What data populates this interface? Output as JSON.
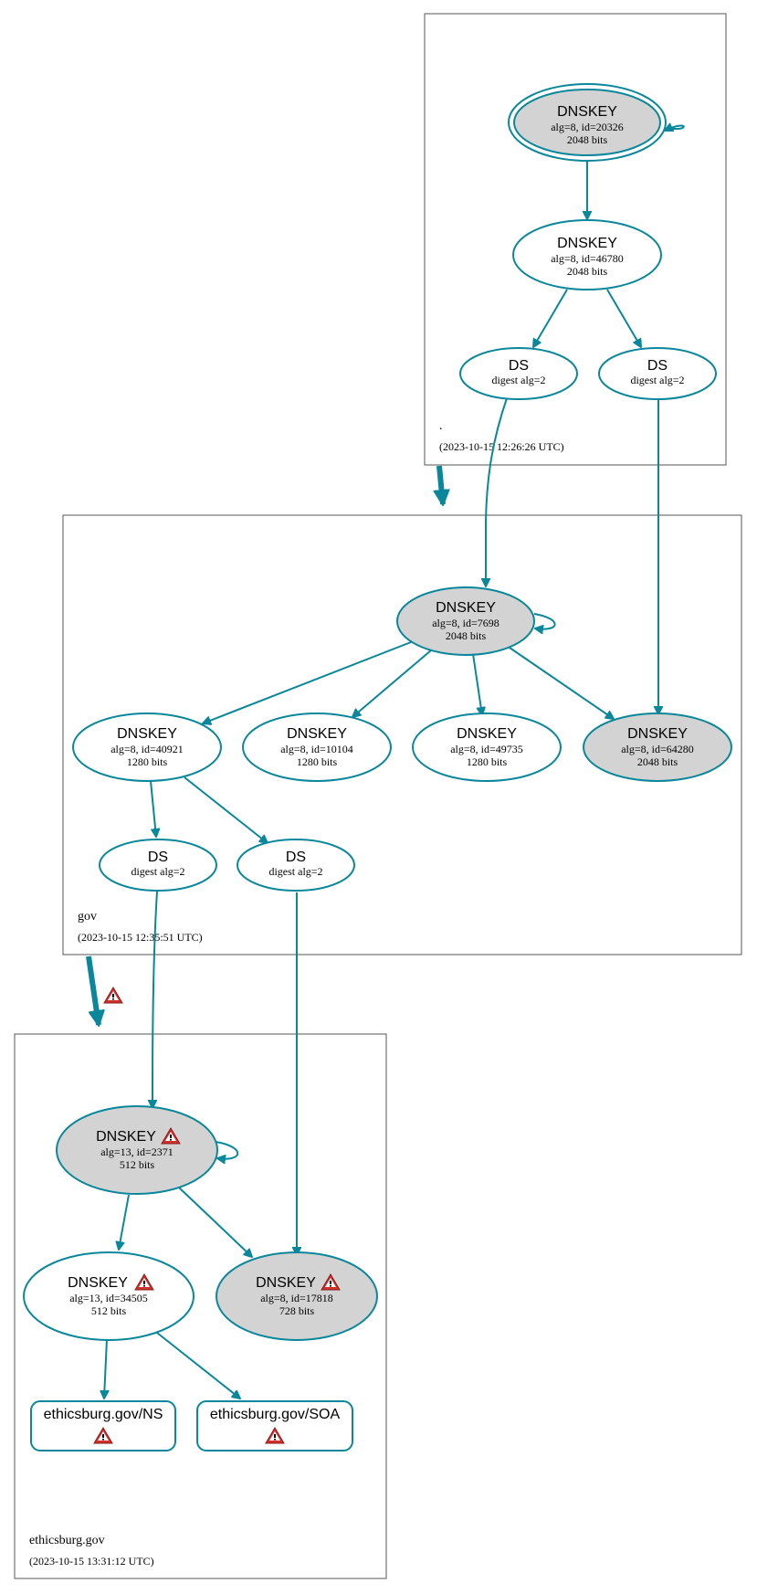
{
  "zones": {
    "root": {
      "name": ".",
      "timestamp": "(2023-10-15 12:26:26 UTC)"
    },
    "gov": {
      "name": "gov",
      "timestamp": "(2023-10-15 12:35:51 UTC)"
    },
    "ethicsburg": {
      "name": "ethicsburg.gov",
      "timestamp": "(2023-10-15 13:31:12 UTC)"
    }
  },
  "nodes": {
    "root_ksk": {
      "title": "DNSKEY",
      "line1": "alg=8, id=20326",
      "line2": "2048 bits"
    },
    "root_zsk": {
      "title": "DNSKEY",
      "line1": "alg=8, id=46780",
      "line2": "2048 bits"
    },
    "root_ds1": {
      "title": "DS",
      "line1": "digest alg=2"
    },
    "root_ds2": {
      "title": "DS",
      "line1": "digest alg=2"
    },
    "gov_ksk": {
      "title": "DNSKEY",
      "line1": "alg=8, id=7698",
      "line2": "2048 bits"
    },
    "gov_k40921": {
      "title": "DNSKEY",
      "line1": "alg=8, id=40921",
      "line2": "1280 bits"
    },
    "gov_k10104": {
      "title": "DNSKEY",
      "line1": "alg=8, id=10104",
      "line2": "1280 bits"
    },
    "gov_k49735": {
      "title": "DNSKEY",
      "line1": "alg=8, id=49735",
      "line2": "1280 bits"
    },
    "gov_k64280": {
      "title": "DNSKEY",
      "line1": "alg=8, id=64280",
      "line2": "2048 bits"
    },
    "gov_ds1": {
      "title": "DS",
      "line1": "digest alg=2"
    },
    "gov_ds2": {
      "title": "DS",
      "line1": "digest alg=2"
    },
    "eth_ksk": {
      "title": "DNSKEY",
      "line1": "alg=13, id=2371",
      "line2": "512 bits"
    },
    "eth_k34505": {
      "title": "DNSKEY",
      "line1": "alg=13, id=34505",
      "line2": "512 bits"
    },
    "eth_k17818": {
      "title": "DNSKEY",
      "line1": "alg=8, id=17818",
      "line2": "728 bits"
    },
    "eth_ns": {
      "title": "ethicsburg.gov/NS"
    },
    "eth_soa": {
      "title": "ethicsburg.gov/SOA"
    }
  },
  "colors": {
    "edge": "#0a879a",
    "sep_fill": "#d3d3d3",
    "warning_fill": "#d0312d"
  }
}
